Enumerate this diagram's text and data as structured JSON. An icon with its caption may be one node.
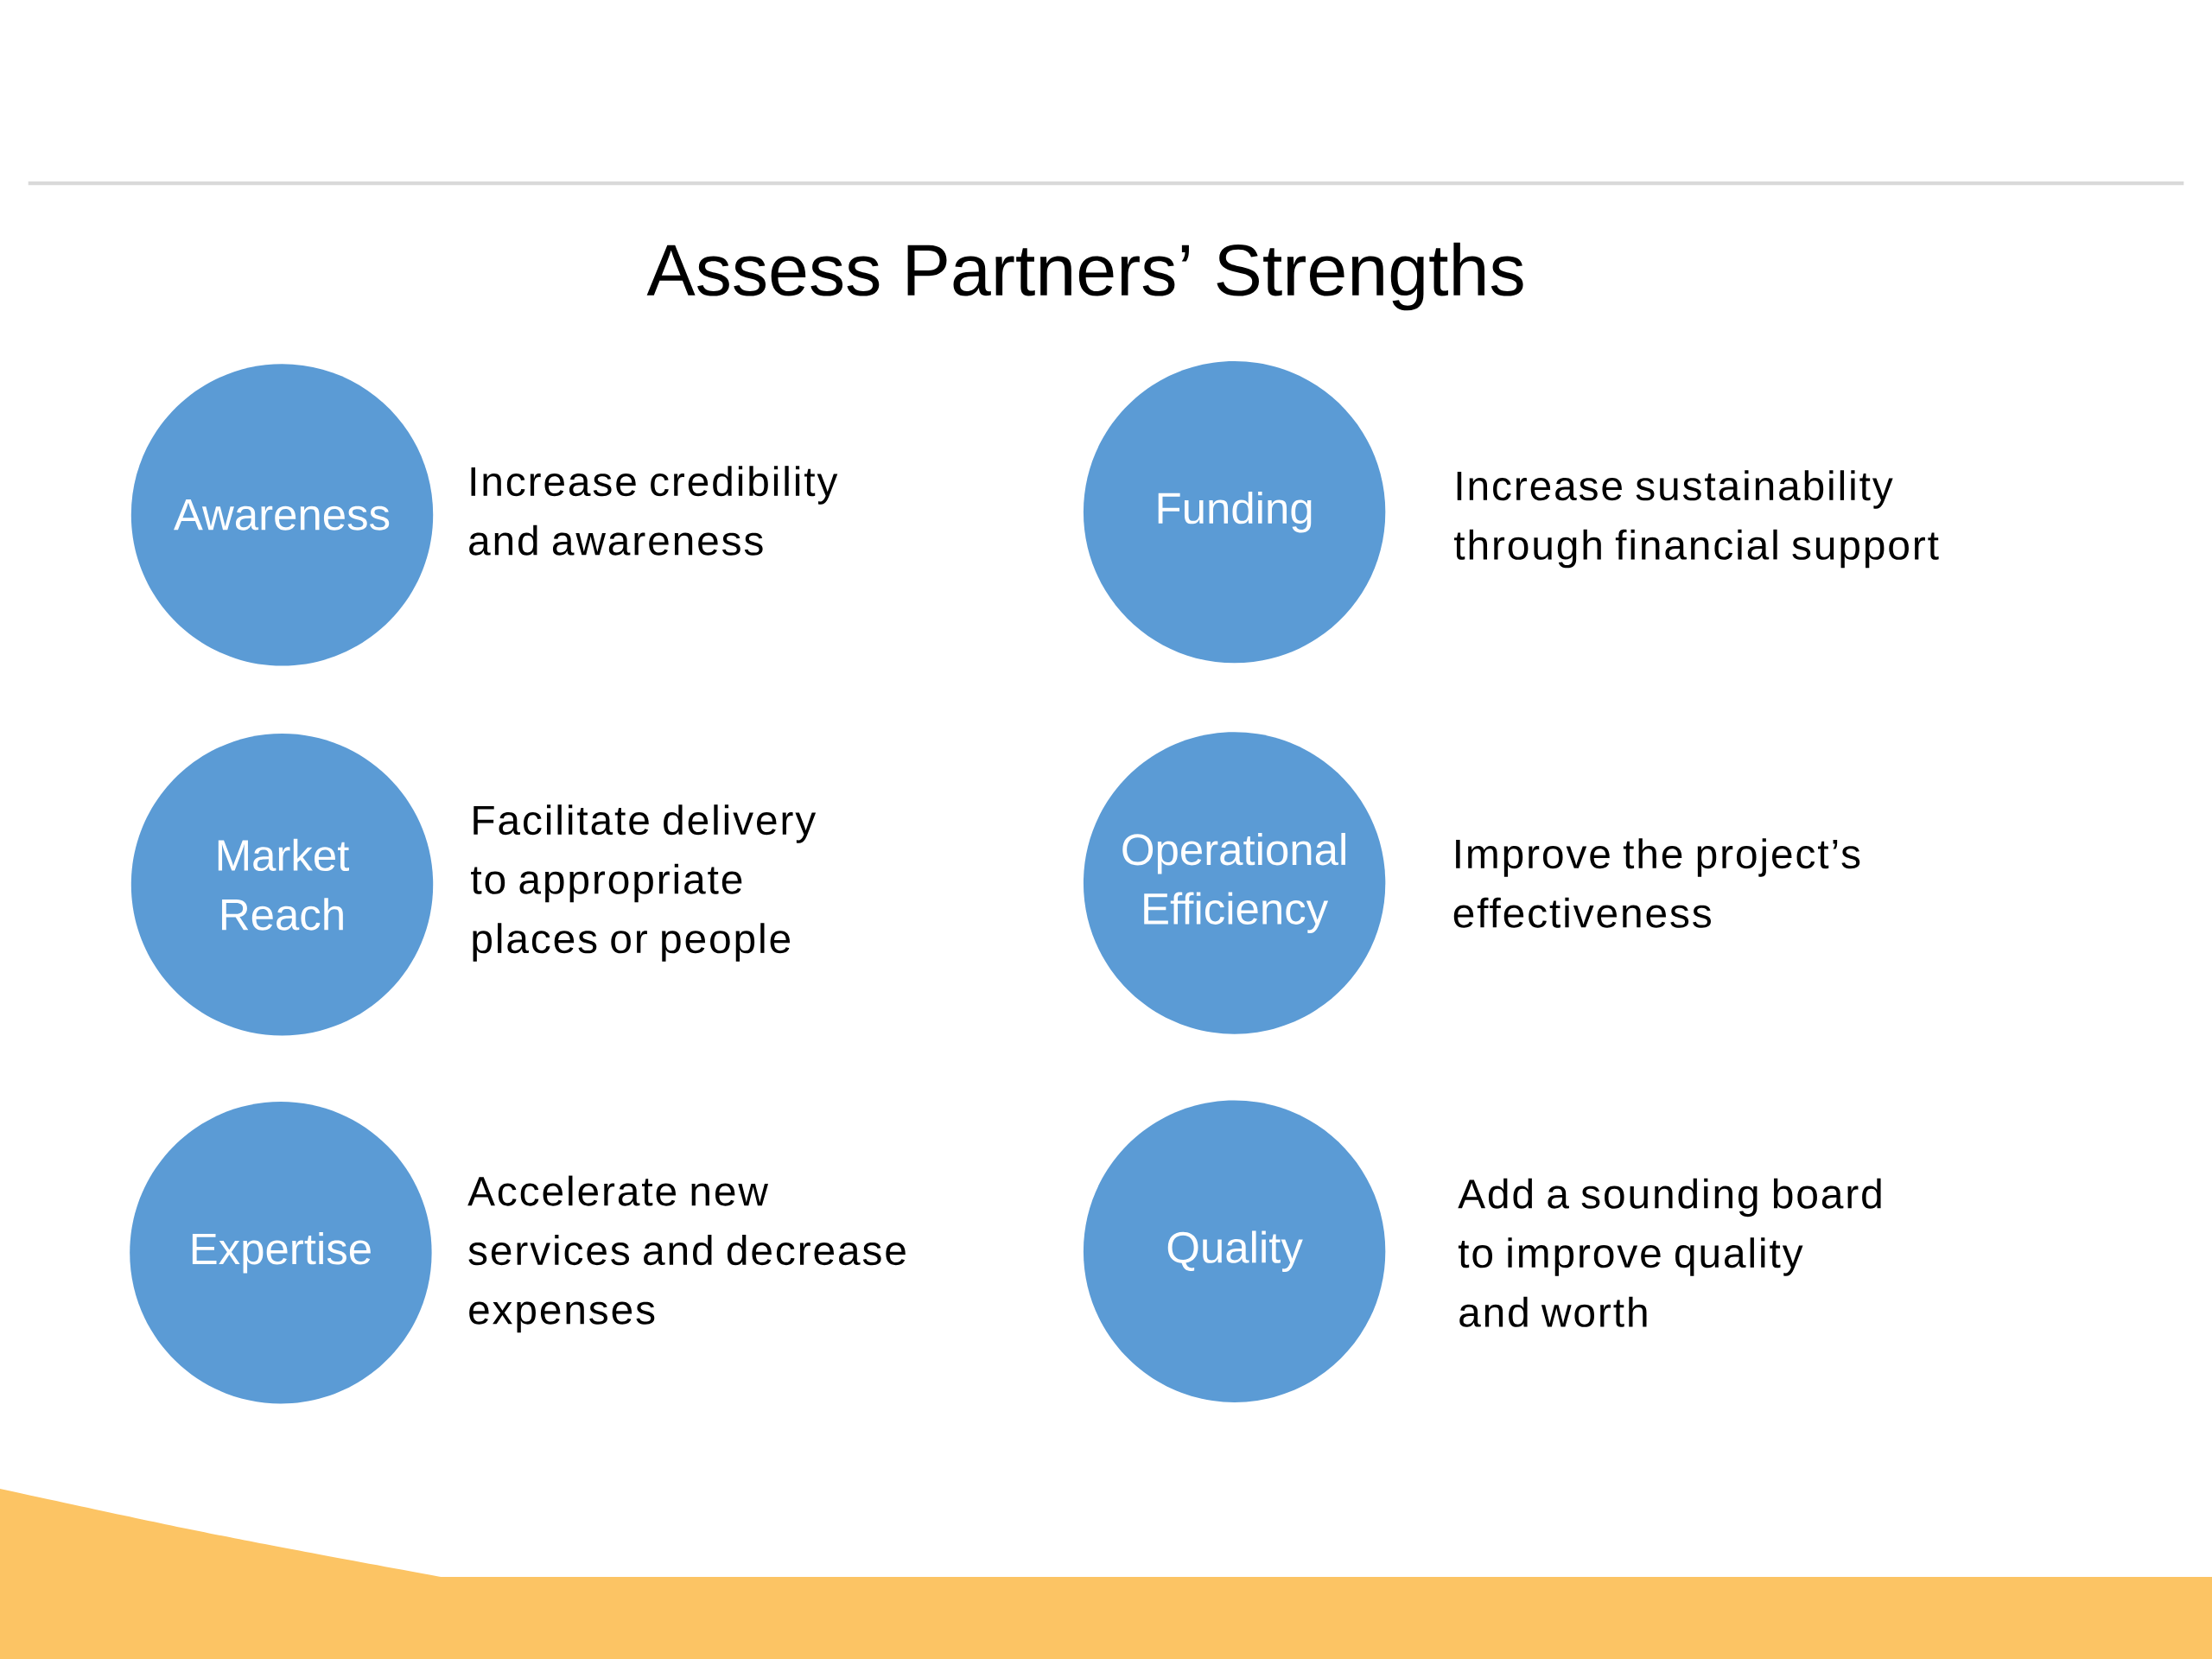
{
  "diagram": {
    "title": "Assess Partners’ Strengths",
    "nodes": [
      {
        "text": [
          "Awareness"
        ],
        "beside": [
          "Increase credibility and awareness"
        ]
      },
      {
        "text": [
          "Funding"
        ],
        "beside": [
          "Increase sustainability through financial support"
        ]
      },
      {
        "text": [
          "Market Reach"
        ],
        "beside": [
          "Facilitate delivery to appropriate places or people"
        ]
      },
      {
        "text": [
          "Operational Efficiency"
        ],
        "beside": [
          "Improve the project’s effectiveness"
        ]
      },
      {
        "text": [
          "Expertise"
        ],
        "beside": [
          "Accelerate new services and decrease expenses"
        ]
      },
      {
        "text": [
          "Quality"
        ],
        "beside": [
          "Add a sounding board to improve quality and worth"
        ]
      }
    ],
    "edges": []
  }
}
